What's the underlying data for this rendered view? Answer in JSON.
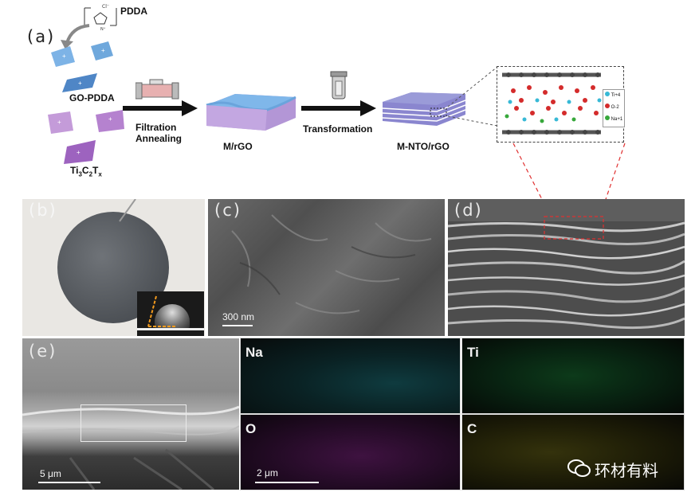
{
  "panels": {
    "a": {
      "label": "(a)"
    },
    "b": {
      "label": "(b)"
    },
    "c": {
      "label": "(c)",
      "scale": "300 nm"
    },
    "d": {
      "label": "(d)"
    },
    "e": {
      "label": "(e)",
      "scale": "5 μm"
    }
  },
  "schematic": {
    "pdda": "PDDA",
    "go_pdda": "GO-PDDA",
    "ti3c2tx": "Ti3C2Tx",
    "step1": "Filtration\nAnnealing",
    "m_rgo": "M/rGO",
    "step2": "Transformation",
    "m_nto_rgo": "M-NTO/rGO",
    "legend": [
      "Ti+4",
      "O-2",
      "Na+1"
    ]
  },
  "maps": {
    "na": "Na",
    "ti": "Ti",
    "o": "O",
    "c": "C",
    "scale": "2 μm"
  },
  "watermark": "环材有料",
  "colors": {
    "go_sheet": "#6fa8dc",
    "mxene_sheet": "#a679c4",
    "na": "#1fb3b3",
    "ti": "#22a84a",
    "o": "#b030b8",
    "c": "#c9c43a",
    "arrow": "#111111"
  }
}
